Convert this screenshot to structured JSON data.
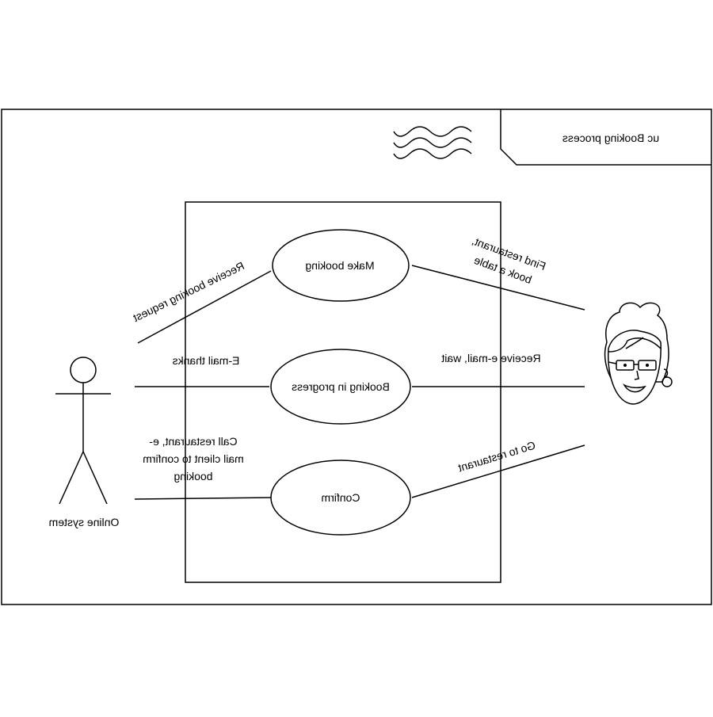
{
  "frame": {
    "title": "uc Booking process"
  },
  "actors": {
    "system": {
      "label": "Online system"
    },
    "customer": {
      "icon": "woman-with-glasses-icon"
    }
  },
  "use_cases": [
    {
      "label": "Make booking"
    },
    {
      "label": "Booking in progress"
    },
    {
      "label": "Confirm"
    }
  ],
  "associations": {
    "receive_request": "Receive booking request",
    "email_thanks": "E-mail thanks",
    "call_restaurant": [
      "Call restaurant, e-",
      "mail client to confirm",
      "booking"
    ],
    "find_restaurant": [
      "Find restaurant,",
      "book a table"
    ],
    "receive_email": "Receive e-mail, wait",
    "go_to_restaurant": "Go to restaurant"
  }
}
